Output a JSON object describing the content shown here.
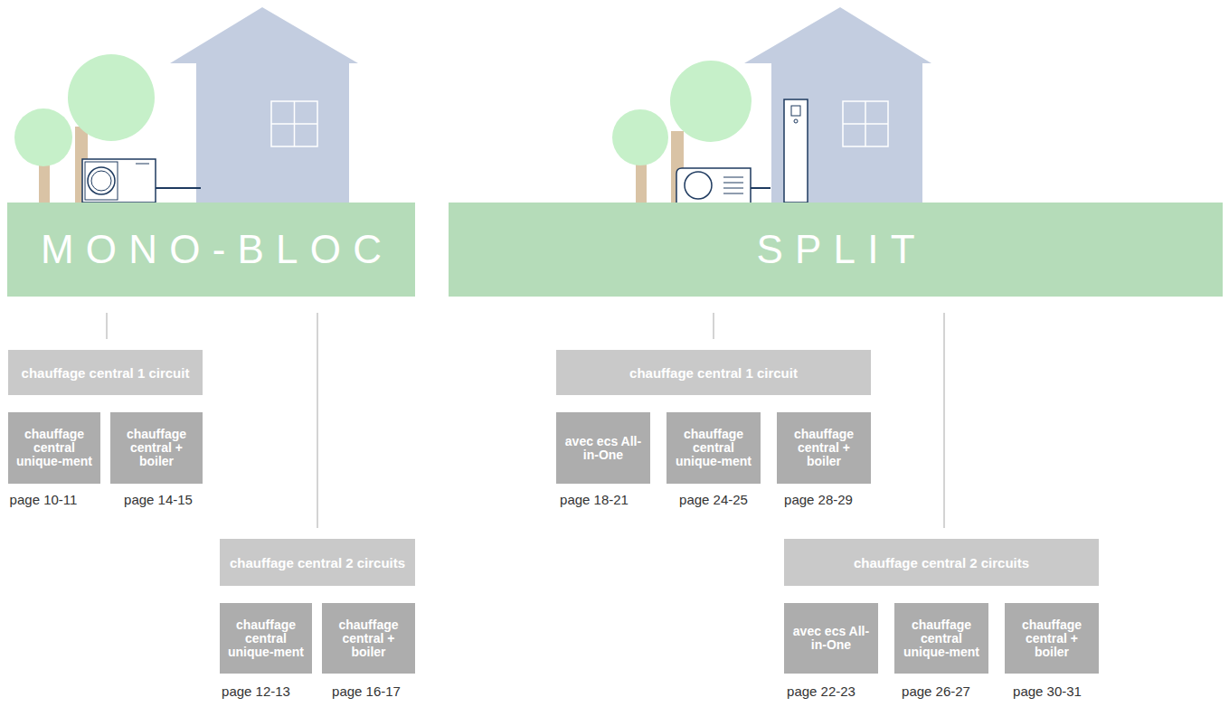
{
  "diagram": {
    "nodes": [
      {
        "text": [
          "MONO-BLOC"
        ]
      },
      {
        "text": [
          "SPLIT"
        ]
      },
      {
        "text": [
          "chauffage central 1 circuit"
        ]
      },
      {
        "text": [
          "chauffage central unique-ment"
        ]
      },
      {
        "text": [
          "chauffage central + boiler"
        ]
      },
      {
        "text": [
          "chauffage central 1 circuit"
        ]
      },
      {
        "text": [
          "avec ecs All-in-One"
        ]
      },
      {
        "text": [
          "chauffage central unique-ment"
        ]
      },
      {
        "text": [
          "chauffage central + boiler"
        ]
      },
      {
        "text": [
          "chauffage central 2 circuits"
        ]
      },
      {
        "text": [
          "chauffage central unique-ment"
        ]
      },
      {
        "text": [
          "chauffage central + boiler"
        ]
      },
      {
        "text": [
          "chauffage central 2 circuits"
        ]
      },
      {
        "text": [
          "avec ecs All-in-One"
        ]
      },
      {
        "text": [
          "chauffage central unique-ment"
        ]
      },
      {
        "text": [
          "chauffage central + boiler"
        ]
      }
    ],
    "edges": [
      {
        "from": 0,
        "to": 2,
        "arrow": "none"
      },
      {
        "from": 0,
        "to": 9,
        "arrow": "none"
      },
      {
        "from": 1,
        "to": 5,
        "arrow": "none"
      },
      {
        "from": 1,
        "to": 12,
        "arrow": "none"
      }
    ],
    "labels": [
      "page 10-11",
      "page 14-15",
      "page 18-21",
      "page 24-25",
      "page 28-29",
      "page 12-13",
      "page 16-17",
      "page 22-23",
      "page 26-27",
      "page 30-31"
    ]
  }
}
